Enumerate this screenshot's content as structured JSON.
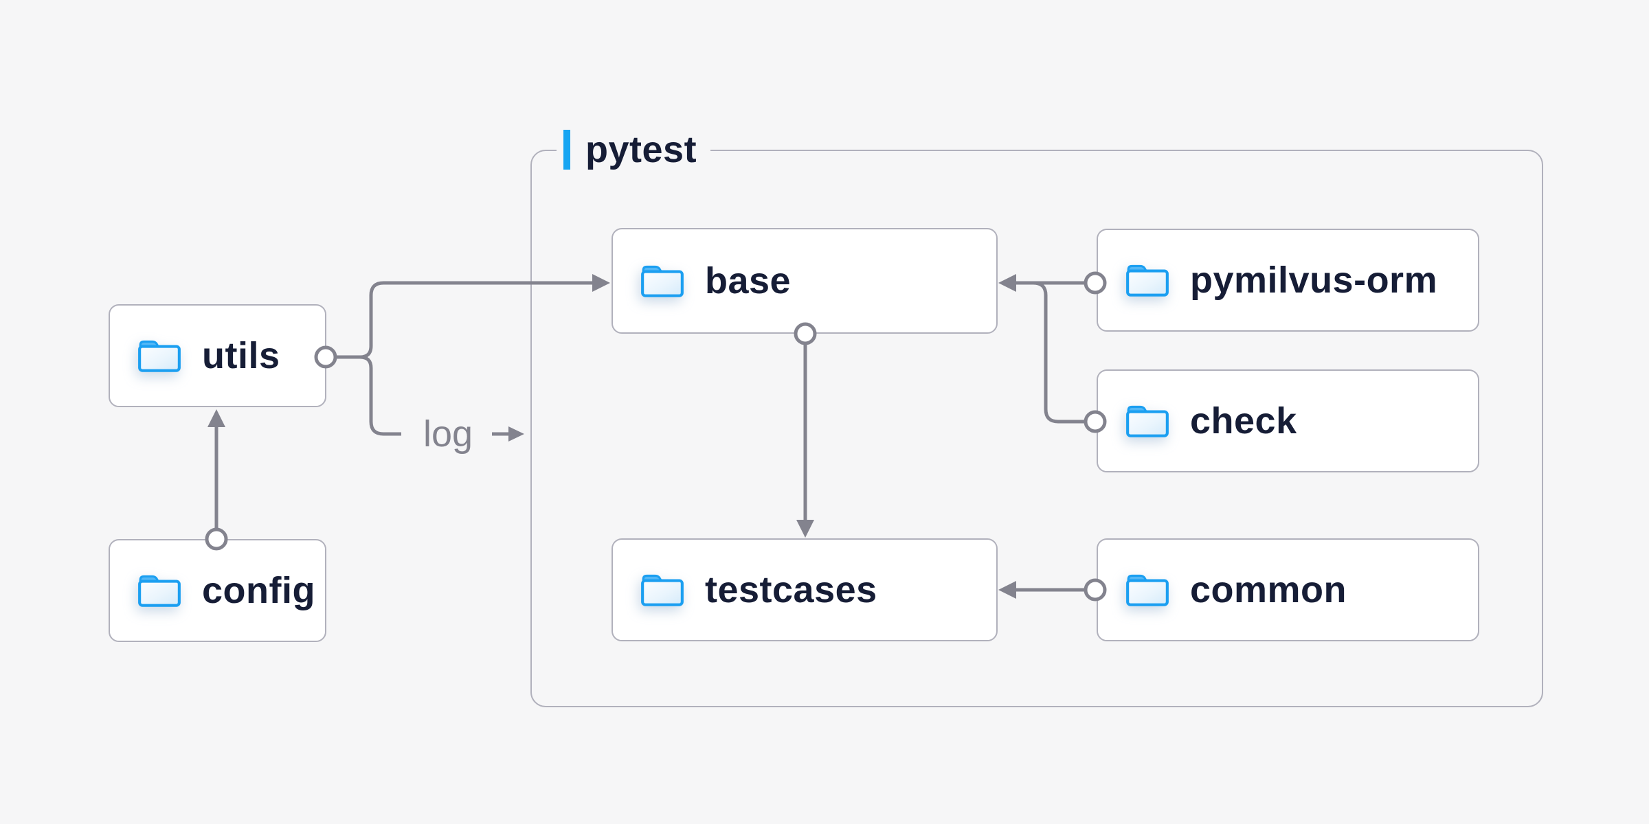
{
  "diagram": {
    "group": {
      "label": "pytest"
    },
    "nodes": {
      "utils": {
        "label": "utils",
        "icon": "folder-icon"
      },
      "config": {
        "label": "config",
        "icon": "folder-icon"
      },
      "base": {
        "label": "base",
        "icon": "folder-icon"
      },
      "pymilvus_orm": {
        "label": "pymilvus-orm",
        "icon": "folder-icon"
      },
      "check": {
        "label": "check",
        "icon": "folder-icon"
      },
      "testcases": {
        "label": "testcases",
        "icon": "folder-icon"
      },
      "common": {
        "label": "common",
        "icon": "folder-icon"
      }
    },
    "log_label": "log",
    "edges": [
      {
        "from": "config",
        "to": "utils"
      },
      {
        "from": "utils",
        "to": "base"
      },
      {
        "from": "utils",
        "to": "log (pytest)"
      },
      {
        "from": "pymilvus-orm",
        "to": "base"
      },
      {
        "from": "check",
        "to": "base"
      },
      {
        "from": "base",
        "to": "testcases"
      },
      {
        "from": "common",
        "to": "testcases"
      }
    ],
    "colors": {
      "background": "#f6f6f7",
      "accent_blue": "#17a5f2",
      "folder_blue": "#1b9ff1",
      "text_navy": "#161d36",
      "connector_gray": "#83838e",
      "border_gray": "#b1b1bc",
      "node_fill": "#ffffff"
    }
  }
}
